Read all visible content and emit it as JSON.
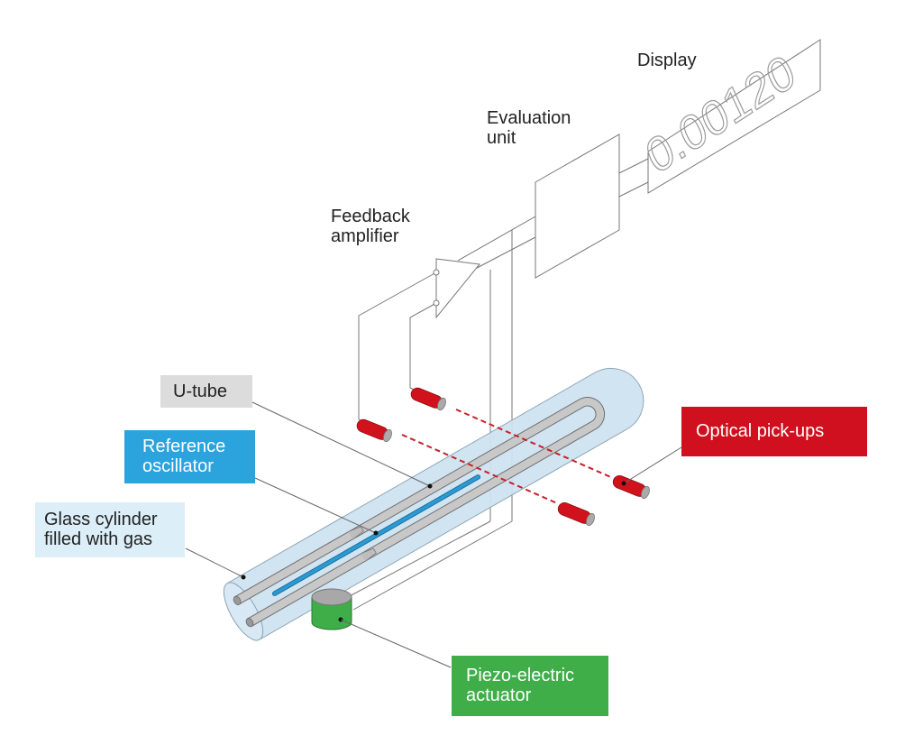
{
  "labels": {
    "display": "Display",
    "evaluation_unit_line1": "Evaluation",
    "evaluation_unit_line2": "unit",
    "feedback_amplifier_line1": "Feedback",
    "feedback_amplifier_line2": "amplifier",
    "u_tube": "U-tube",
    "reference_oscillator_line1": "Reference",
    "reference_oscillator_line2": "oscillator",
    "glass_cylinder_line1": "Glass cylinder",
    "glass_cylinder_line2": "filled with gas",
    "optical_pickups": "Optical pick-ups",
    "piezo_line1": "Piezo-electric",
    "piezo_line2": "actuator"
  },
  "display_readout": "0.00120",
  "colors": {
    "u_tube_box": "#dcdcdc",
    "reference_box": "#2ba3dc",
    "glass_box": "#dceef7",
    "optical_box": "#d0101e",
    "piezo_box": "#3fae49",
    "glass": "#cfe3f1",
    "tube_gray": "#c8c8c8",
    "oscillator_blue": "#2a96cf",
    "pickup_red": "#d1121d"
  }
}
